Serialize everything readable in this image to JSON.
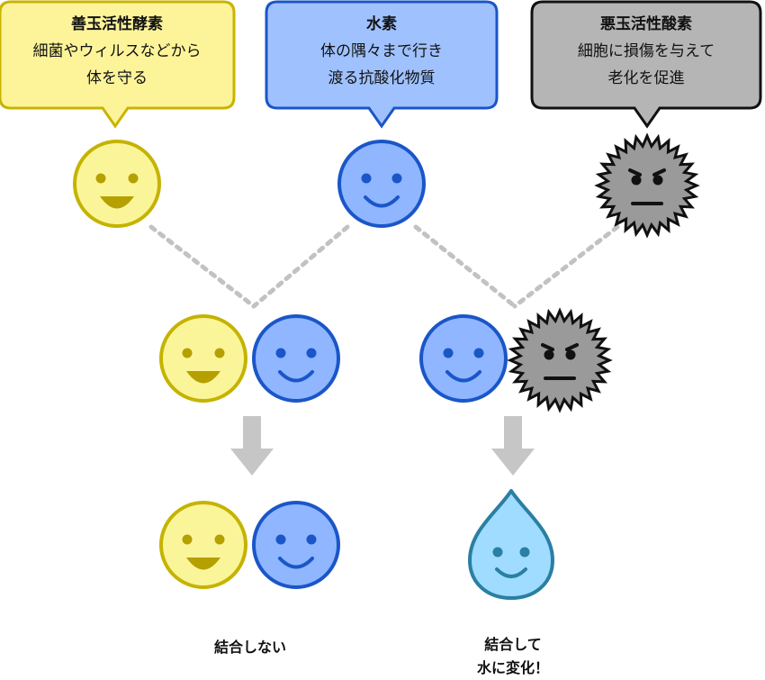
{
  "bubbles": {
    "good": {
      "title": "善玉活性酵素",
      "lines": [
        "細菌やウィルスなどから",
        "体を守る"
      ],
      "fill": "#fdf49a",
      "stroke": "#c9b400"
    },
    "hydrogen": {
      "title": "水素",
      "lines": [
        "体の隅々まで行き",
        "渡る抗酸化物質"
      ],
      "fill": "#9fc2ff",
      "stroke": "#1a55c9"
    },
    "bad": {
      "title": "悪玉活性酸素",
      "lines": [
        "細胞に損傷を与えて",
        "老化を促進"
      ],
      "fill": "#b5b5b5",
      "stroke": "#111111"
    }
  },
  "outcomes": {
    "left_caption": "結合しない",
    "right_caption_line1": "結合して",
    "right_caption_line2": "水に変化！"
  },
  "colors": {
    "good_face": "#fbf59a",
    "good_edge": "#c5b300",
    "good_feature": "#b5a000",
    "hydrogen_face": "#8fb6ff",
    "hydrogen_edge": "#1a56c8",
    "hydrogen_feature": "#1a56c8",
    "bad_face": "#9a9a9a",
    "bad_edge": "#111111",
    "water_face": "#9fdcff",
    "water_edge": "#2a7fa3",
    "arrow": "#c6c6c6",
    "dotted_line": "#c2c2c2"
  }
}
